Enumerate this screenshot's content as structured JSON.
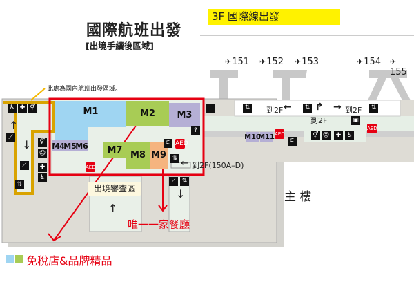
{
  "header": {
    "title": "國際航班出發",
    "subtitle": "[出境手續後區域]",
    "floor_label": "3F 國際線出發"
  },
  "gates": [
    "151",
    "152",
    "153",
    "154",
    "155"
  ],
  "domestic_note": "此處為國內航班出發區域。",
  "shops": [
    "M1",
    "M2",
    "M3",
    "M4",
    "M5",
    "M6",
    "M7",
    "M8",
    "M9",
    "M10",
    "M11"
  ],
  "directions": {
    "to2f_left": "到2F",
    "to2f_mid": "到2F",
    "to2f_right": "到2F",
    "to2f_gates": "到2F(150A–D)"
  },
  "areas": {
    "immigration": "出境審查區",
    "main_building": "主 樓"
  },
  "annotations": {
    "restaurant": "唯一一家餐廳",
    "legend": "免稅店&品牌精品"
  },
  "icons": {
    "aed": "AED"
  },
  "colors": {
    "shop_blue": "#9fd5f2",
    "shop_green": "#a8cc55",
    "shop_purple": "#b5afd5",
    "shop_orange": "#f5b47f",
    "highlight_red": "#e60012",
    "domestic_border": "#d9a300",
    "floor_yellow": "#fff200"
  }
}
